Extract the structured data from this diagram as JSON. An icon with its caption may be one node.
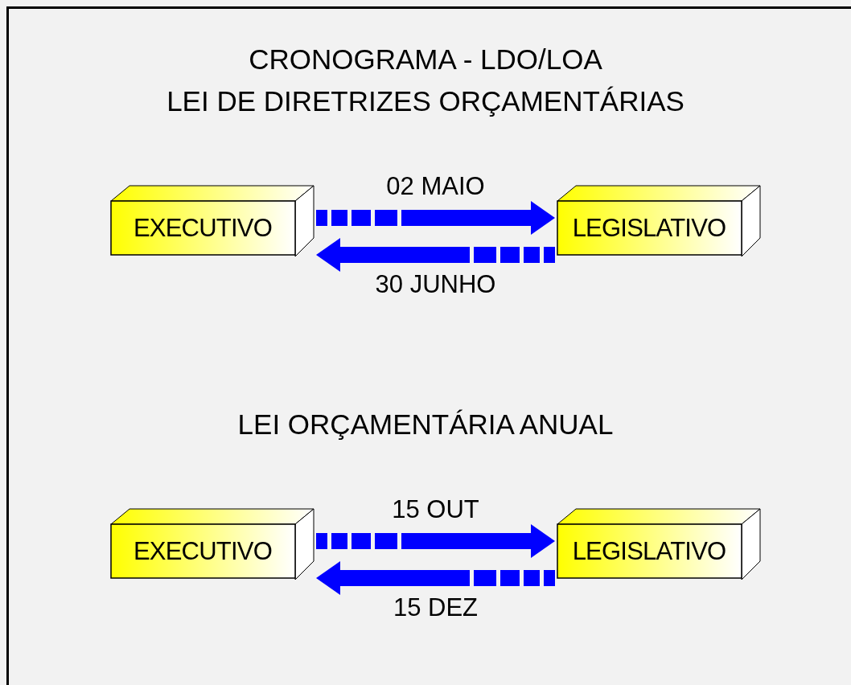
{
  "diagram": {
    "title": "CRONOGRAMA - LDO/LOA",
    "nodes": [
      {
        "text": [
          "EXECUTIVO"
        ]
      },
      {
        "text": [
          "LEGISLATIVO"
        ]
      },
      {
        "text": [
          "EXECUTIVO"
        ]
      },
      {
        "text": [
          "LEGISLATIVO"
        ]
      }
    ],
    "edges": [
      {
        "from": 0,
        "to": 1,
        "arrow": "to",
        "label": "02 MAIO",
        "style": "dashed"
      },
      {
        "from": 1,
        "to": 0,
        "arrow": "to",
        "label": "30 JUNHO",
        "style": "dashed"
      },
      {
        "from": 2,
        "to": 3,
        "arrow": "to",
        "label": "15 OUT",
        "style": "dashed"
      },
      {
        "from": 3,
        "to": 2,
        "arrow": "to",
        "label": "15 DEZ",
        "style": "dashed"
      }
    ],
    "labels": [
      "LEI DE DIRETRIZES ORÇAMENTÁRIAS",
      "LEI ORÇAMENTÁRIA ANUAL"
    ]
  }
}
